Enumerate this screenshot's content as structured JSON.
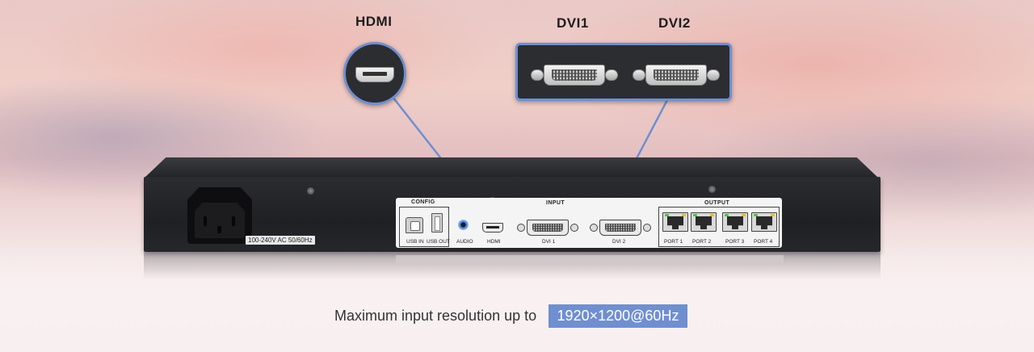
{
  "callouts": {
    "hdmi_title": "HDMI",
    "dvi1_title": "DVI1",
    "dvi2_title": "DVI2"
  },
  "device": {
    "power_label": "100-240V AC 50/60Hz",
    "groups": {
      "config": "CONFIG",
      "input": "INPUT",
      "output": "OUTPUT"
    },
    "ports": {
      "usb_in": "USB IN",
      "usb_out": "USB OUT",
      "audio": "AUDIO",
      "hdmi": "HDMI",
      "dvi1": "DVI 1",
      "dvi2": "DVI 2",
      "port1": "PORT 1",
      "port2": "PORT 2",
      "port3": "PORT 3",
      "port4": "PORT 4"
    }
  },
  "caption": {
    "text": "Maximum input resolution up to",
    "resolution": "1920×1200@60Hz"
  },
  "colors": {
    "accent": "#6f8fd0",
    "chassis": "#232427",
    "led_green": "#45c43c",
    "led_yellow": "#e2b93a"
  }
}
